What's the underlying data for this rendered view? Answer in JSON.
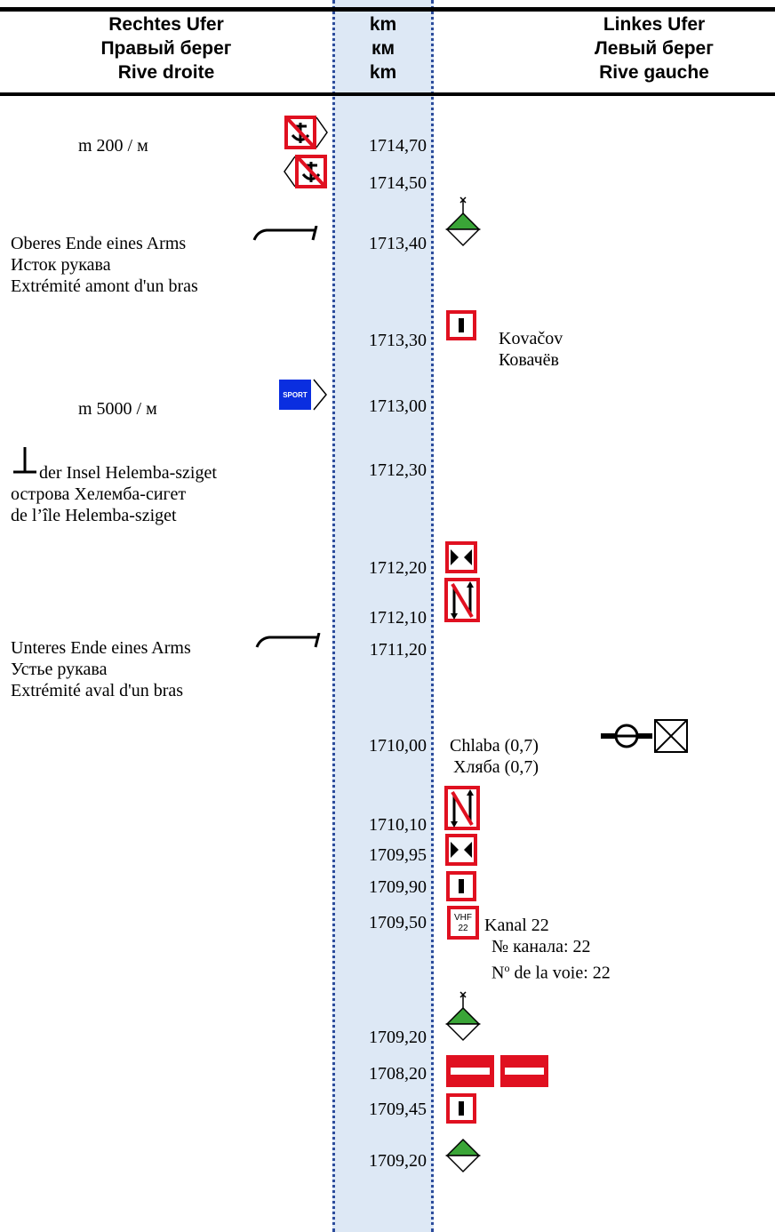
{
  "header": {
    "right_bank": [
      "Rechtes Ufer",
      "Правый берег",
      "Rive droite"
    ],
    "km": [
      "km",
      "км",
      "km"
    ],
    "left_bank": [
      "Linkes Ufer",
      "Левый берег",
      "Rive gauche"
    ]
  },
  "km_values": [
    "1714,70",
    "1714,50",
    "1713,40",
    "1713,30",
    "1713,00",
    "1712,30",
    "1712,20",
    "1712,10",
    "1711,20",
    "1710,00",
    "1710,10",
    "1709,95",
    "1709,90",
    "1709,50",
    "1709,20",
    "1708,20",
    "1709,45",
    "1709,20"
  ],
  "right_notes": {
    "anchor_dist": "m 200 / м",
    "arm_upper": [
      "Oberes Ende eines Arms",
      "Исток рукава",
      "Extrémité amont d'un bras"
    ],
    "sport_dist": "m 5000 / м",
    "island": [
      "der Insel Helemba-sziget",
      "острова Хелемба-сигет",
      "de l’île Helemba-sziget"
    ],
    "arm_lower": [
      "Unteres Ende eines Arms",
      "Устье рукава",
      "Extrémité aval d'un bras"
    ]
  },
  "left_notes": {
    "kovacov": [
      "Kovačov",
      "Ковачёв"
    ],
    "chlaba": [
      "Chlaba (0,7)",
      "Хляба (0,7)"
    ],
    "kanal": [
      "Kanal 22",
      "№ канала: 22"
    ],
    "voie": {
      "prefix": "N",
      "sup": "o",
      "suffix": " de la voie: 22"
    }
  },
  "sign_labels": {
    "sport": "SPORT",
    "vhf_top": "VHF",
    "vhf_num": "22"
  },
  "colors": {
    "sign_red": "#e01020",
    "buoy_green": "#3aa537",
    "sport_blue": "#0a2ee0",
    "band": "#dde8f5",
    "dots": "#2c4c9c"
  }
}
